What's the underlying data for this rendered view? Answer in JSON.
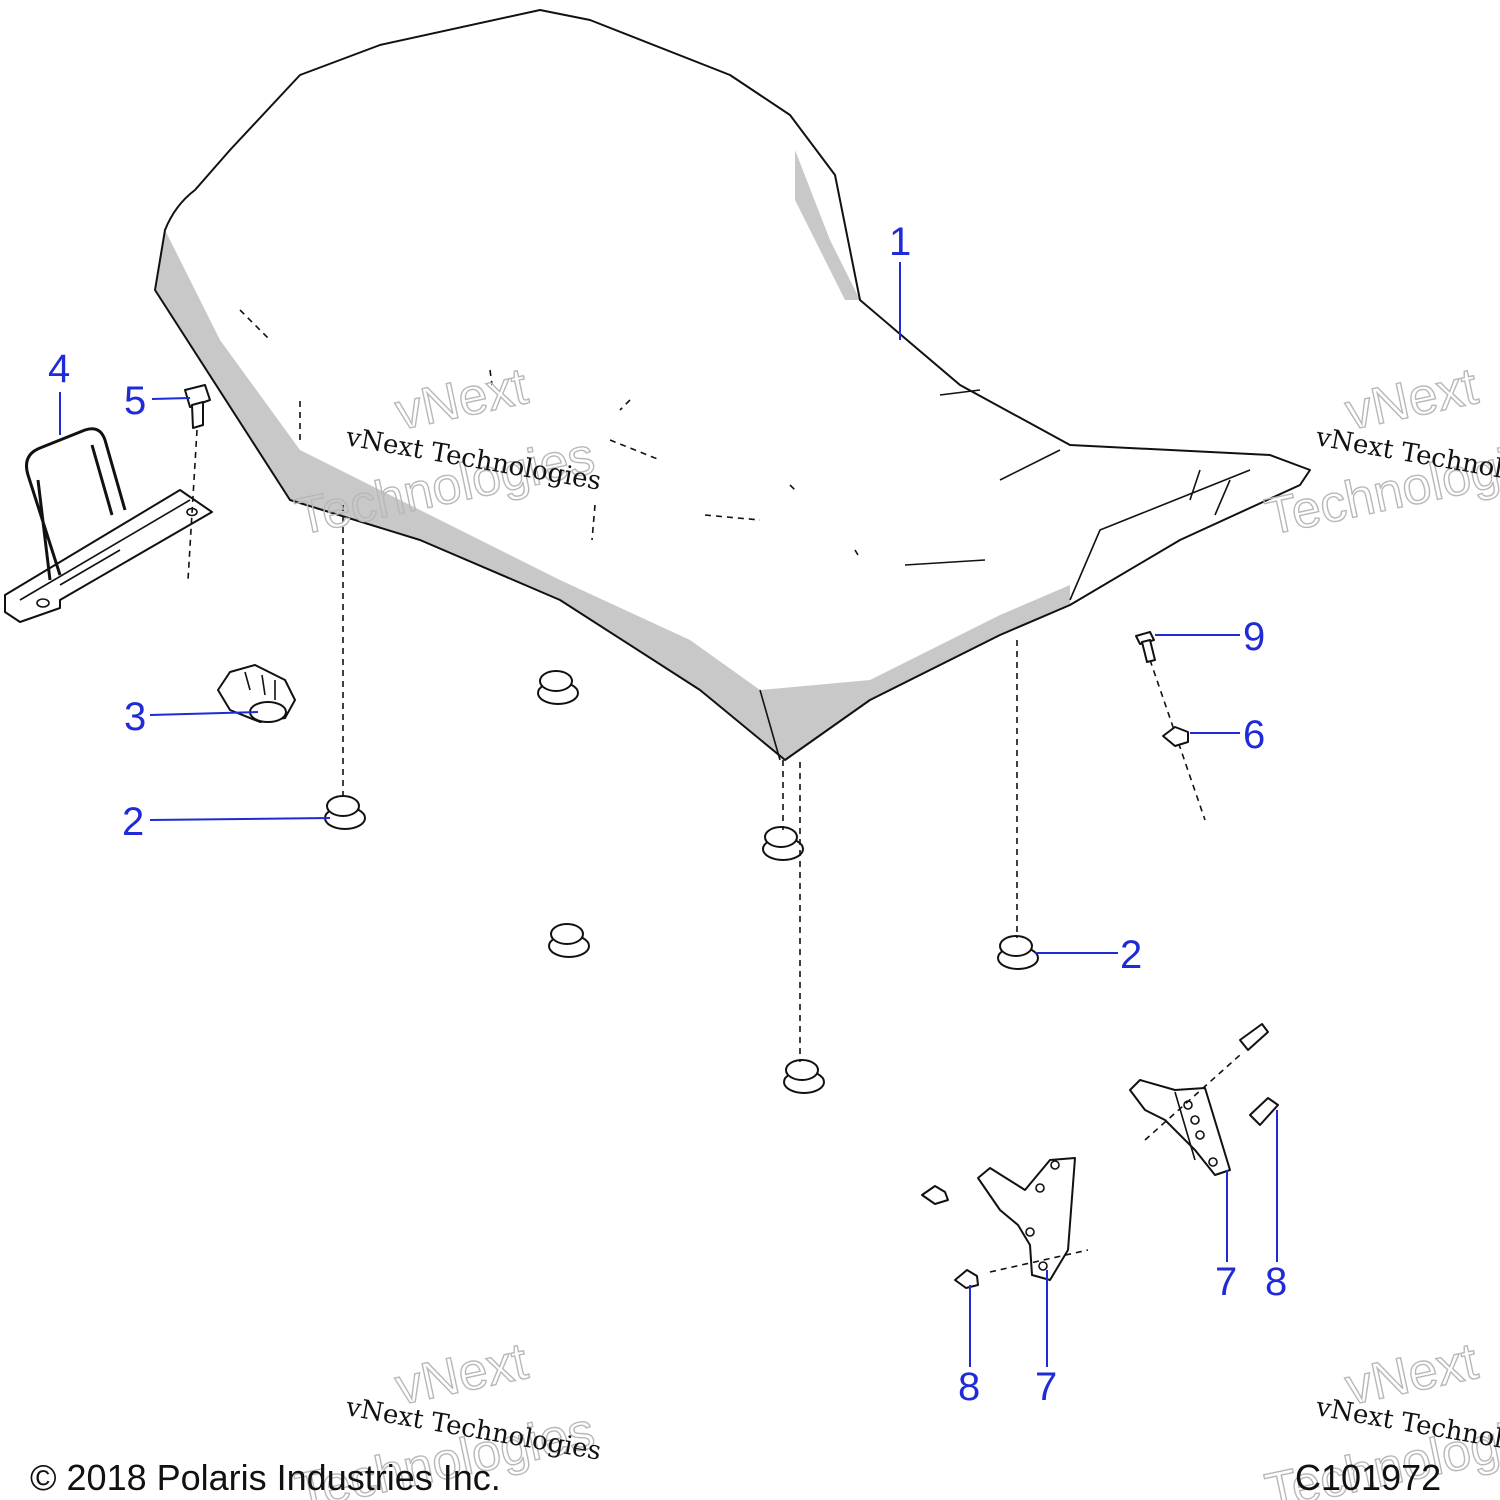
{
  "callouts": {
    "c1": "1",
    "c2a": "2",
    "c2b": "2",
    "c3": "3",
    "c4": "4",
    "c5": "5",
    "c6": "6",
    "c7a": "7",
    "c7b": "7",
    "c8a": "8",
    "c8b": "8",
    "c9": "9"
  },
  "watermark": {
    "line1": "vNext Technologies",
    "line2": "vNext",
    "line3": "Technologies"
  },
  "footer": {
    "copyright": "© 2018 Polaris Industries Inc.",
    "figure_code": "C101972"
  },
  "colors": {
    "callout": "#1f2bd6",
    "outline": "#111111",
    "shade": "#c8c8c8"
  }
}
